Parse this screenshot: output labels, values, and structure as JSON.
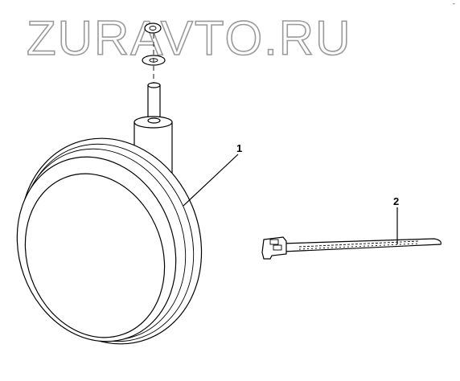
{
  "watermark": {
    "text": "ZURAVTO.RU"
  },
  "callouts": [
    {
      "label": "1"
    },
    {
      "label": "2"
    }
  ],
  "corner_mark": "-"
}
